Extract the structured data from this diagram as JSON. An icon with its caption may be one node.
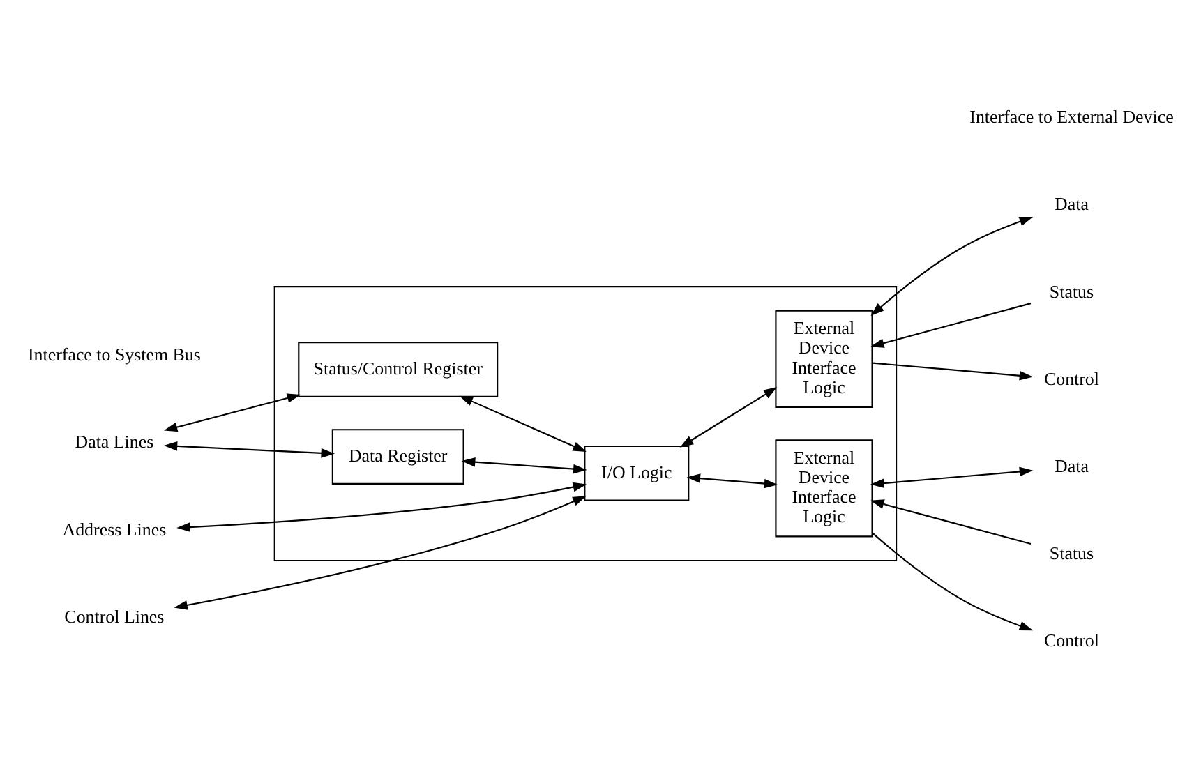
{
  "diagram": {
    "nodes": [
      {
        "text": [],
        "shape": "box"
      },
      {
        "text": [
          "Data Register"
        ],
        "in": 0
      },
      {
        "text": [
          "Status/Control Register"
        ],
        "in": 0
      },
      {
        "text": [
          "I/O Logic"
        ],
        "in": 0
      },
      {
        "text": [
          "External Device Interface Logic"
        ],
        "in": 0
      },
      {
        "text": [
          "External Device Interface Logic"
        ],
        "in": 0
      },
      {
        "text": [
          "Data Lines"
        ]
      },
      {
        "text": [
          "Address Lines"
        ]
      },
      {
        "text": [
          "Control Lines"
        ]
      },
      {
        "text": [
          "Data"
        ]
      },
      {
        "text": [
          "Status"
        ]
      },
      {
        "text": [
          "Control"
        ]
      },
      {
        "text": [
          "Data"
        ]
      },
      {
        "text": [
          "Status"
        ]
      },
      {
        "text": [
          "Control"
        ]
      }
    ],
    "edges": [
      {
        "from": 6,
        "to": 1,
        "arrow": "both"
      },
      {
        "from": 6,
        "to": 2,
        "arrow": "both"
      },
      {
        "from": 7,
        "to": 3,
        "arrow": "both"
      },
      {
        "from": 8,
        "to": 3,
        "arrow": "both"
      },
      {
        "from": 1,
        "to": 3,
        "arrow": "both"
      },
      {
        "from": 2,
        "to": 3,
        "arrow": "both"
      },
      {
        "from": 3,
        "to": 4,
        "arrow": "both"
      },
      {
        "from": 3,
        "to": 5,
        "arrow": "both"
      },
      {
        "from": 4,
        "to": 9,
        "arrow": "both"
      },
      {
        "from": 10,
        "to": 4,
        "arrow": "to"
      },
      {
        "from": 4,
        "to": 11,
        "arrow": "to"
      },
      {
        "from": 5,
        "to": 12,
        "arrow": "both"
      },
      {
        "from": 13,
        "to": 5,
        "arrow": "to"
      },
      {
        "from": 5,
        "to": 14,
        "arrow": "to"
      }
    ],
    "labels": [
      "Interface to System Bus",
      "Interface to External Device"
    ]
  }
}
